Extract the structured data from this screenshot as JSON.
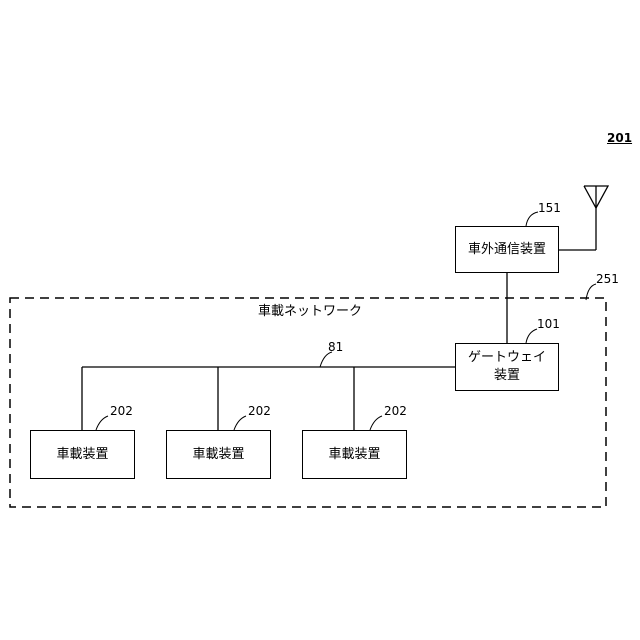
{
  "figure_number": "201",
  "antenna": {
    "icon": "antenna-icon"
  },
  "external_comm": {
    "ref": "151",
    "label": "車外通信装置"
  },
  "network": {
    "ref": "251",
    "label": "車載ネットワーク"
  },
  "gateway": {
    "ref": "101",
    "label_line1": "ゲートウェイ",
    "label_line2": "装置"
  },
  "bus": {
    "ref": "81"
  },
  "devices": [
    {
      "ref": "202",
      "label": "車載装置"
    },
    {
      "ref": "202",
      "label": "車載装置"
    },
    {
      "ref": "202",
      "label": "車載装置"
    }
  ]
}
